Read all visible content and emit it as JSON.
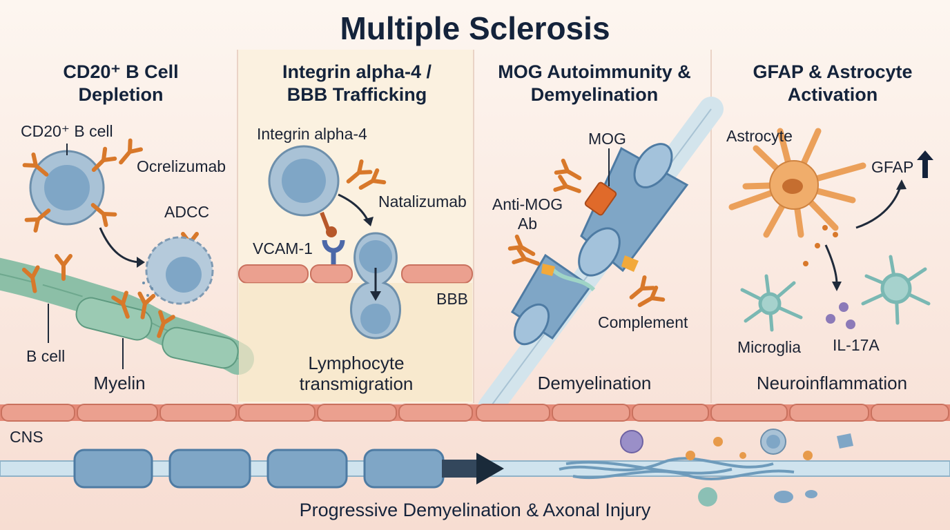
{
  "title": "Multiple Sclerosis",
  "panels": [
    {
      "heading": "CD20⁺ B Cell Depletion",
      "labels": {
        "cell": "CD20⁺ B cell",
        "drug": "Ocrelizumab",
        "mechanism": "ADCC",
        "bcell": "B cell"
      },
      "caption": "Myelin"
    },
    {
      "heading": "Integrin alpha-4 / BBB Trafficking",
      "labels": {
        "integrin": "Integrin alpha-4",
        "drug": "Natalizumab",
        "vcam": "VCAM-1",
        "bbb": "BBB"
      },
      "caption": "Lymphocyte transmigration"
    },
    {
      "heading": "MOG Autoimmunity & Demyelination",
      "labels": {
        "mog": "MOG",
        "antibody": "Anti-MOG Ab",
        "complement": "Complement"
      },
      "caption": "Demyelination"
    },
    {
      "heading": "GFAP & Astrocyte Activation",
      "labels": {
        "astrocyte": "Astrocyte",
        "gfap": "GFAP",
        "microglia": "Microglia",
        "cytokine": "IL-17A"
      },
      "caption": "Neuroinflammation"
    }
  ],
  "bottom": {
    "region_label": "CNS",
    "caption": "Progressive Demyelination & Axonal Injury"
  },
  "colors": {
    "title": "#14233b",
    "cell_blue": "#7fa6c6",
    "antibody_orange": "#d8782a",
    "myelin_green": "#8cbfa7",
    "endothelium": "#e58a78",
    "astrocyte": "#eba05a"
  }
}
